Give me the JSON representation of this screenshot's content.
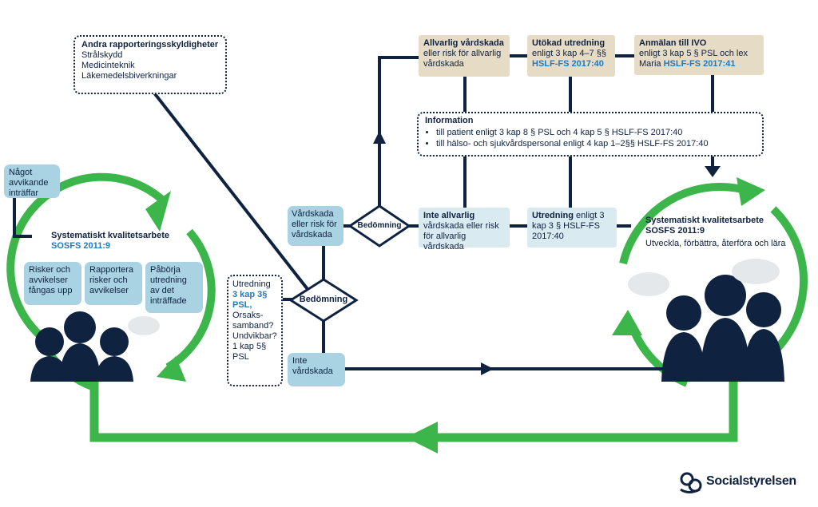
{
  "colors": {
    "navy": "#0f2240",
    "green": "#3cb54a",
    "blue_box": "#a9d3e2",
    "light_box": "#d9ebf1",
    "tan_box": "#e6dcc6",
    "ref_blue": "#1f7ac0",
    "bubble": "#e5e8eb"
  },
  "left": {
    "event": "Något avvikande inträffar",
    "sk_title": "Systematiskt kvalitetsarbete",
    "sk_ref": "SOSFS 2011:9",
    "step1": "Risker och avvikelser fångas upp",
    "step2": "Rapportera risker och avvikelser",
    "step3": "Påbörja utredning av det inträffade"
  },
  "other_duties": {
    "title": "Andra rapporteringsskyldigheter",
    "items": [
      "Strålskydd",
      "Medicinteknik",
      "Läkemedelsbiverkningar"
    ]
  },
  "investigation": {
    "title": "Utredning",
    "ref": "3 kap 3§ PSL,",
    "line1": "Orsaks-",
    "line2": "samband?",
    "line3": "Undvikbar?",
    "line4": "1 kap 5§",
    "line5": "PSL"
  },
  "assessment1": "Bedömning",
  "assessment2": "Bedömning",
  "care_injury": "Vårdskada eller risk för vårdskada",
  "no_injury": "Inte vårdskada",
  "serious": {
    "title": "Allvarlig vårdskada",
    "text": "eller risk för allvarlig vårdskada"
  },
  "extended": {
    "title": "Utökad utredning",
    "text": "enligt 3 kap 4–7 §§",
    "ref": "HSLF-FS 2017:40"
  },
  "report_ivo": {
    "title": "Anmälan till IVO",
    "text": "enligt 3 kap 5 § PSL och lex Maria",
    "ref": "HSLF-FS 2017:41"
  },
  "information": {
    "title": "Information",
    "items": [
      "till patient enligt 3 kap 8 § PSL och 4 kap 5 § HSLF-FS 2017:40",
      "till hälso- och sjukvårdspersonal enligt 4 kap 1–2§§ HSLF-FS 2017:40"
    ]
  },
  "not_serious": {
    "title": "Inte allvarlig",
    "text": "vårdskada eller risk för allvarlig vårdskada"
  },
  "investigation2": {
    "title": "Utredning",
    "text": "enligt 3 kap 3 § HSLF-FS 2017:40"
  },
  "right": {
    "sk_title": "Systematiskt kvalitetsarbete",
    "sk_ref": "SOSFS 2011:9",
    "text": "Utveckla, förbättra, återföra och lära"
  },
  "logo": "Socialstyrelsen"
}
